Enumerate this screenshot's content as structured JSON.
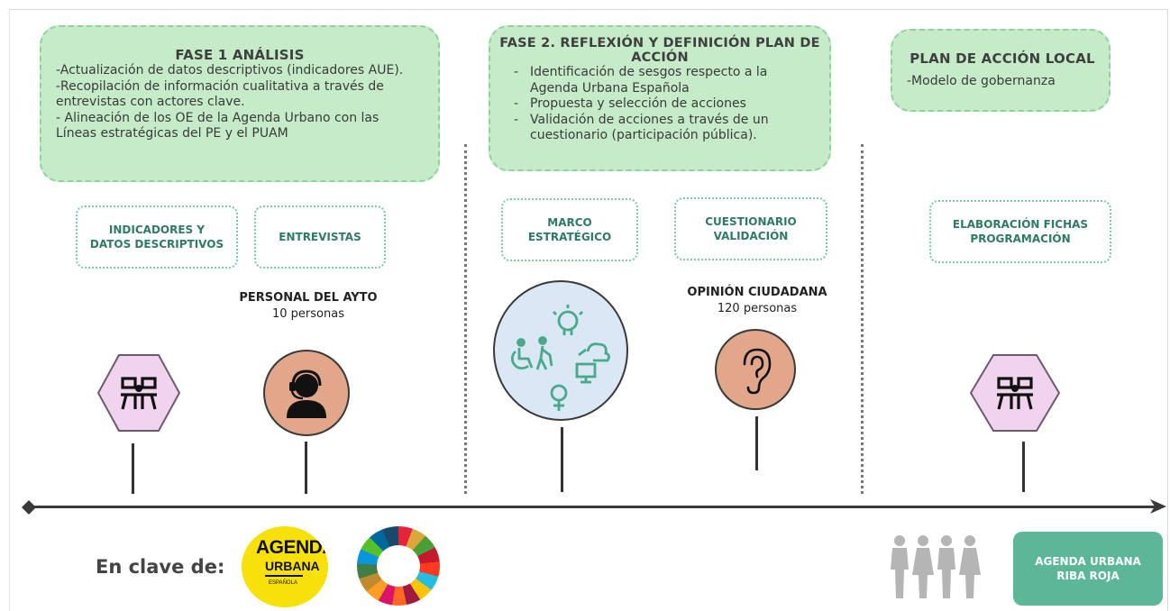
{
  "phases": [
    {
      "title": "FASE 1 ANÁLISIS",
      "lines": [
        "-Actualización  de datos descriptivos (indicadores AUE).",
        "-Recopilación de información cualitativa a través de",
        "entrevistas con actores clave.",
        "- Alineación de los OE de la Agenda Urbano con las",
        "Líneas estratégicas del PE y el PUAM"
      ]
    },
    {
      "title_line1": "FASE 2. REFLEXIÓN Y DEFINICIÓN PLAN DE",
      "title_line2": "ACCIÓN",
      "bullets": [
        [
          "Identificación de sesgos respecto a la",
          "Agenda Urbana Española"
        ],
        [
          "Propuesta y selección de acciones"
        ],
        [
          "Validación de acciones a través de un",
          "cuestionario (participación pública)."
        ]
      ]
    },
    {
      "title": "PLAN DE ACCIÓN LOCAL",
      "lines": [
        "-Modelo de gobernanza"
      ]
    }
  ],
  "tags": [
    {
      "line1": "INDICADORES Y",
      "line2": "DATOS DESCRIPTIVOS"
    },
    {
      "line1": "ENTREVISTAS"
    },
    {
      "line1": "MARCO",
      "line2": "ESTRATÉGICO"
    },
    {
      "line1": "CUESTIONARIO",
      "line2": "VALIDACIÓN"
    },
    {
      "line1": "ELABORACIÓN FICHAS",
      "line2": "PROGRAMACIÓN"
    }
  ],
  "participants": [
    {
      "group": "PERSONAL DEL AYTO",
      "count": "10 personas"
    },
    {
      "group": "OPINIÓN CIUDADANA",
      "count": "120 personas"
    }
  ],
  "icons": {
    "meeting_1": "workgroup-icon",
    "personal": "headset-operator-icon",
    "marco": "inclusion-diversity-icon",
    "opinion": "ear-icon",
    "meeting_2": "workgroup-icon",
    "people": "people-group-icon"
  },
  "footer": {
    "label": "En clave de:",
    "agenda_logo": {
      "line1": "AGENDA",
      "line2": "URBANA",
      "line3": "ESPAÑOLA"
    },
    "sdg_logo": "sdg-wheel-icon",
    "badge": {
      "line1": "AGENDA URBANA",
      "line2": "RIBA ROJA"
    }
  },
  "colors": {
    "phase_fill": "#c5ebc9",
    "phase_border": "#8fd39a",
    "tag_border": "#7cc9a2",
    "tag_text": "#2f7a64",
    "hexagon_fill": "#f0d3ee",
    "hexagon_stroke": "#6d5b6d",
    "circle_salmon": "#e2a68b",
    "circle_blue": "#dae8f5",
    "agenda_yellow": "#f8e10a",
    "badge_green": "#5cb698"
  }
}
